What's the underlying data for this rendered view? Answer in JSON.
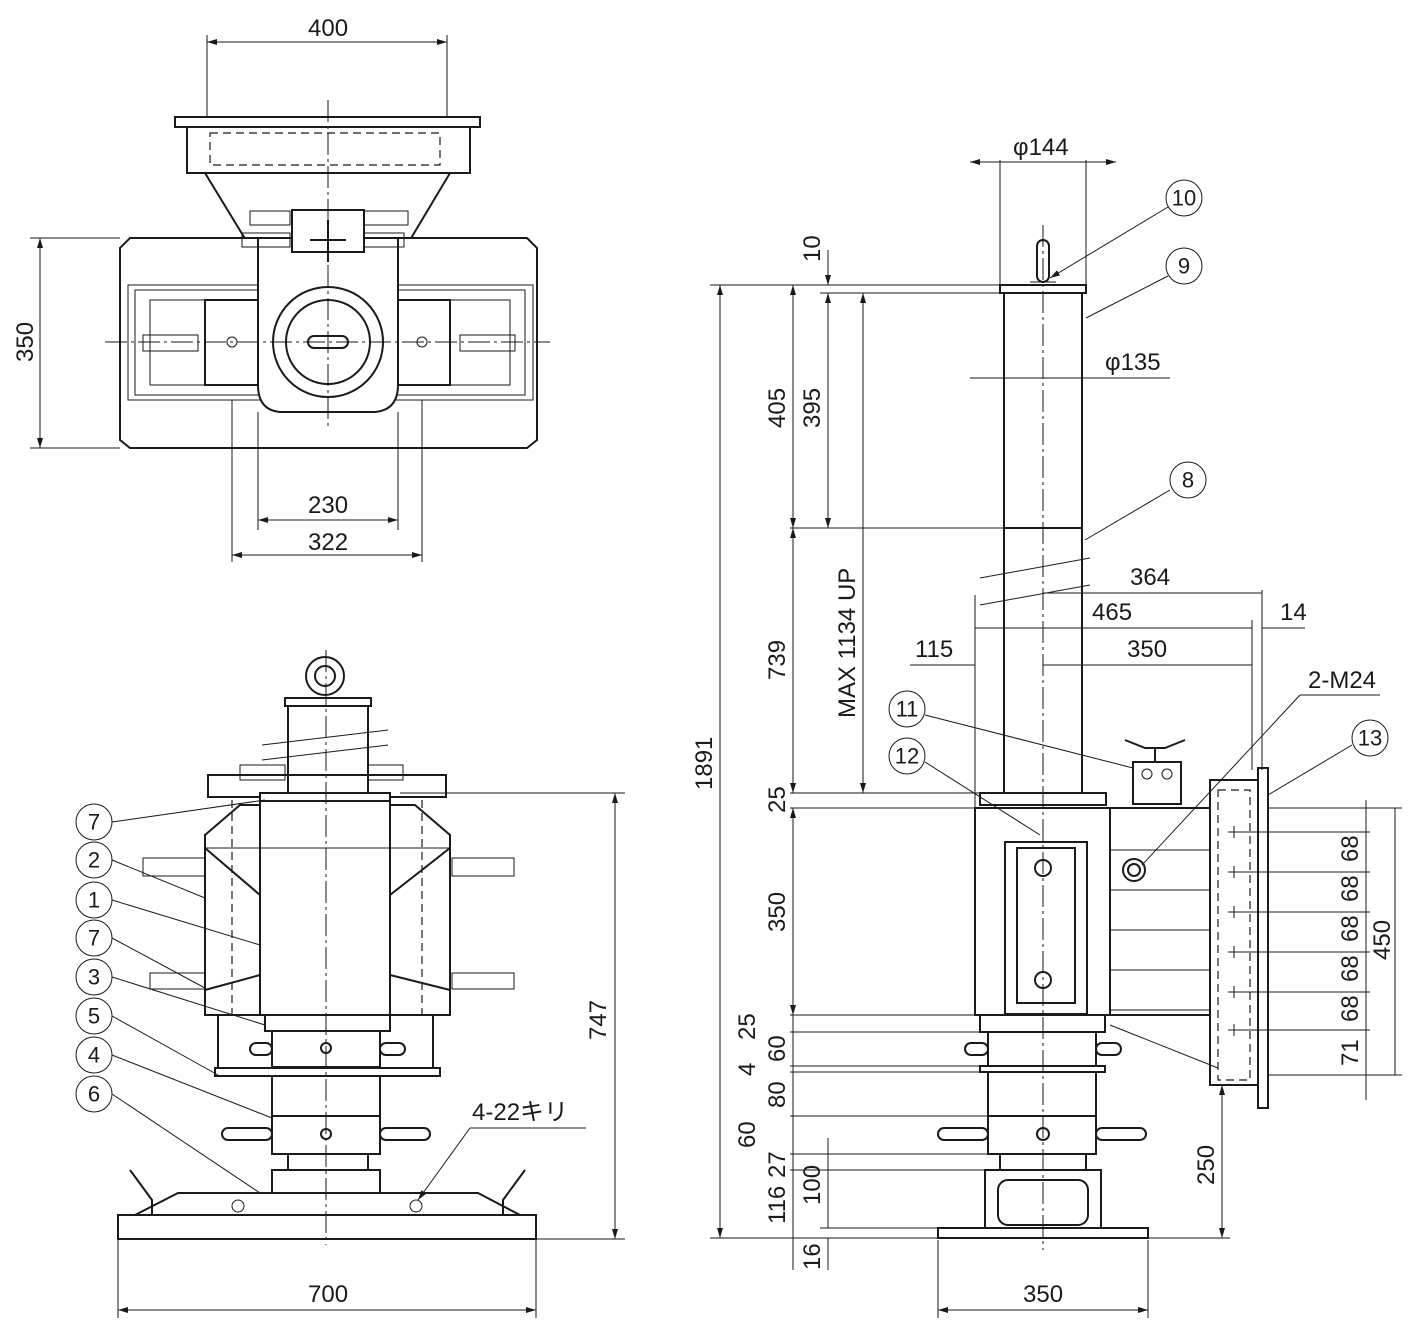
{
  "top_view": {
    "dims": {
      "width_top": "400",
      "height_left": "350",
      "inner": "230",
      "outer": "322"
    }
  },
  "front_view": {
    "dims": {
      "height": "747",
      "base_width": "700"
    },
    "hole_label": "4-22キリ",
    "callouts": [
      "7",
      "2",
      "1",
      "7",
      "3",
      "5",
      "4",
      "6"
    ]
  },
  "side_view": {
    "dims": {
      "phi_top": "φ144",
      "phi_mid": "φ135",
      "total": "1891",
      "d10": "10",
      "d405": "405",
      "d395": "395",
      "d739": "739",
      "max_up": "MAX 1134 UP",
      "d25_top": "25",
      "d350": "350",
      "d25_b": "25",
      "d4": "4",
      "d60_a": "60",
      "d80": "80",
      "d60_b": "60",
      "d27": "27",
      "d116": "116",
      "d100": "100",
      "d16": "16",
      "d364": "364",
      "d465": "465",
      "d14": "14",
      "d115": "115",
      "d350_h": "350",
      "bolt": "2-M24",
      "pitch": [
        "68",
        "68",
        "68",
        "68",
        "68",
        "71"
      ],
      "d450": "450",
      "d250": "250",
      "base_width": "350"
    },
    "callouts": [
      "10",
      "9",
      "8",
      "11",
      "12",
      "13"
    ]
  }
}
